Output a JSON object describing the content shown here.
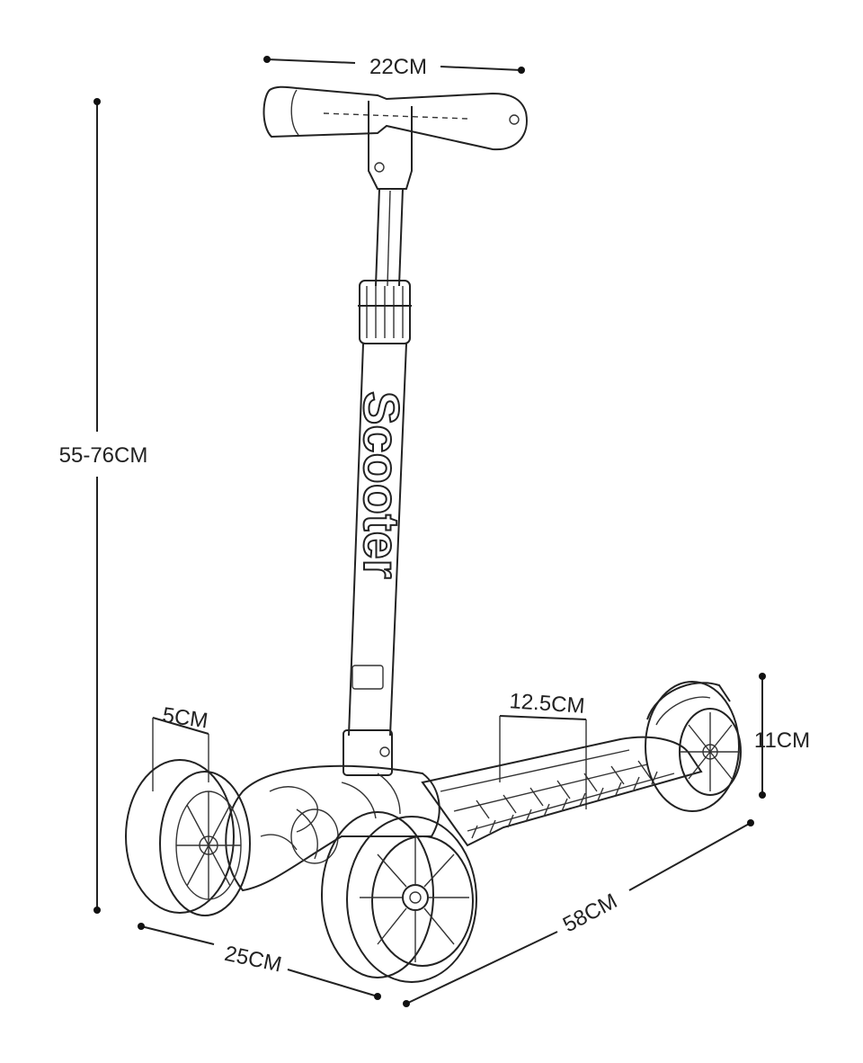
{
  "dimensions": {
    "handle_width": "22CM",
    "height_range": "55-76CM",
    "wheel_width": "5CM",
    "deck_width": "12.5CM",
    "wheel_height": "11CM",
    "rear_width": "25CM",
    "length": "58CM"
  },
  "stem_text": "Scooter",
  "colors": {
    "ink": "#222222",
    "background": "#ffffff"
  }
}
